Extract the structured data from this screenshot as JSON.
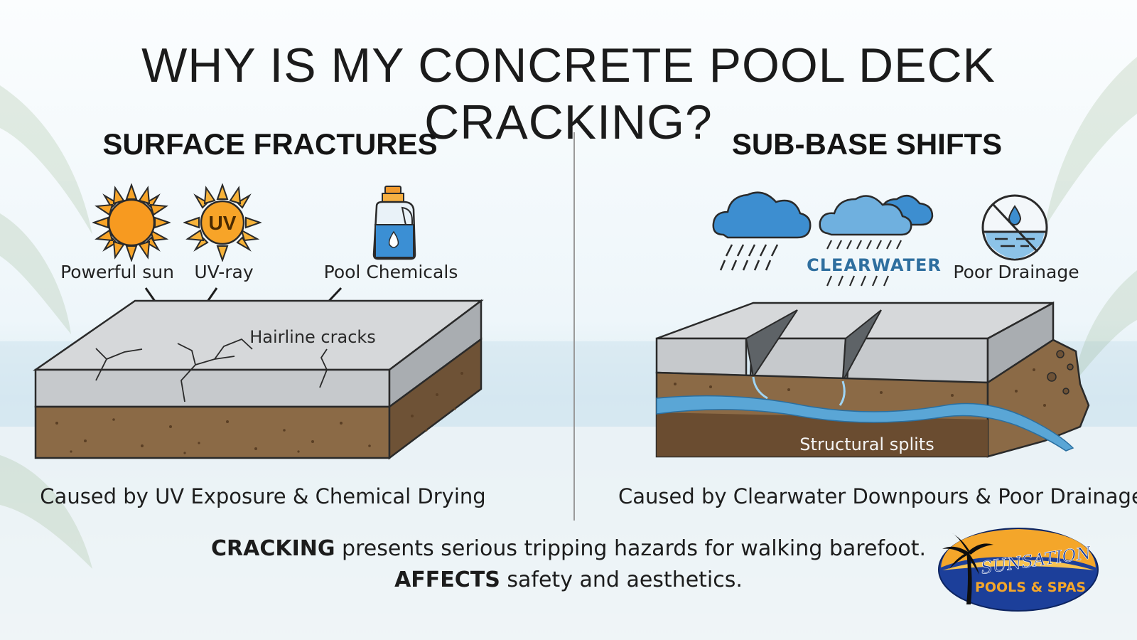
{
  "title": "WHY IS MY CONCRETE POOL DECK CRACKING?",
  "left": {
    "heading": "SURFACE FRACTURES",
    "icons": [
      {
        "icon": "sun-icon",
        "label": "Powerful sun"
      },
      {
        "icon": "uv-sun-icon",
        "label": "UV-ray",
        "badge": "UV"
      },
      {
        "icon": "chemical-jug-icon",
        "label": "Pool Chemicals"
      }
    ],
    "slab_label": "Hairline cracks",
    "caption": "Caused by UV Exposure & Chemical Drying"
  },
  "right": {
    "heading": "SUB-BASE SHIFTS",
    "icons": [
      {
        "icon": "rain-cloud-icon",
        "label": ""
      },
      {
        "icon": "storm-clouds-icon",
        "label": "CLEARWATER"
      },
      {
        "icon": "no-drainage-icon",
        "label": "Poor Drainage"
      }
    ],
    "slab_label": "Structural splits",
    "caption": "Caused by Clearwater Downpours & Poor Drainage"
  },
  "footer": {
    "line1_bold": "CRACKING",
    "line1_rest": " presents serious tripping hazards for walking barefoot.",
    "line2_bold": "AFFECTS",
    "line2_rest": " safety and aesthetics."
  },
  "logo": {
    "line1": "SUNSATION",
    "line2": "POOLS & SPAS"
  },
  "colors": {
    "concrete": "#d3d5d7",
    "soil": "#8b6a46",
    "water": "#5aa6d6",
    "sun": "#f7a428",
    "logo_blue": "#1c3f9a",
    "logo_orange": "#f4a62a"
  }
}
